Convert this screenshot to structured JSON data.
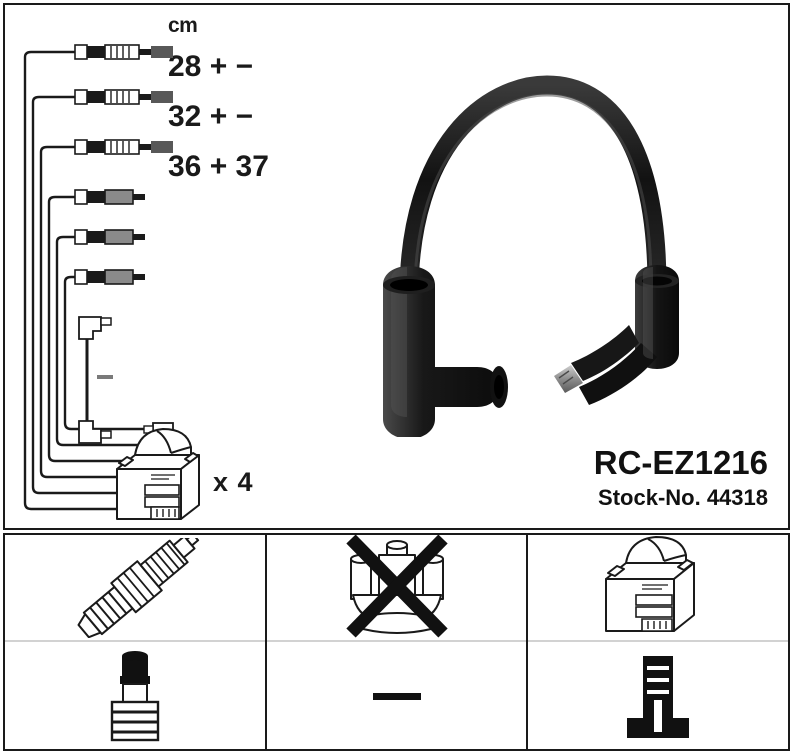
{
  "sheet": {
    "background_color": "#ffffff",
    "line_color": "#1a1a1a",
    "divider_color": "#d2d2d2"
  },
  "dimensions": {
    "unit_header": "cm",
    "rows": [
      {
        "value": "28",
        "separator": "+",
        "second": "−",
        "text": "28 + −"
      },
      {
        "value": "32",
        "separator": "+",
        "second": "−",
        "text": "32 + −"
      },
      {
        "value": "36",
        "separator": "+",
        "second": "37",
        "text": "36 + 37"
      }
    ]
  },
  "harness": {
    "lead_count": 6,
    "description": "ignition cable harness schematic with six leads routed to a terminal block"
  },
  "coil_group": {
    "quantity_label": "x 4",
    "item": "ignition-coil"
  },
  "hero": {
    "item": "ignition-lead-photo",
    "description": "black ignition lead with right-angle spark plug boot and coil connector"
  },
  "product": {
    "code": "RC-EZ1216",
    "stock_label": "Stock-No. 44318"
  },
  "icon_strip": {
    "columns": [
      {
        "top_icon": "spark-plug-icon",
        "top_label": "",
        "bottom_icon": "rubber-boot-connector-icon",
        "bottom_label": ""
      },
      {
        "top_icon": "distributor-cap-crossed-out-icon",
        "top_label": "",
        "bottom_icon": "dash-icon",
        "bottom_label": "—"
      },
      {
        "top_icon": "ignition-coil-icon",
        "top_label": "",
        "bottom_icon": "coil-terminal-icon",
        "bottom_label": ""
      }
    ]
  }
}
